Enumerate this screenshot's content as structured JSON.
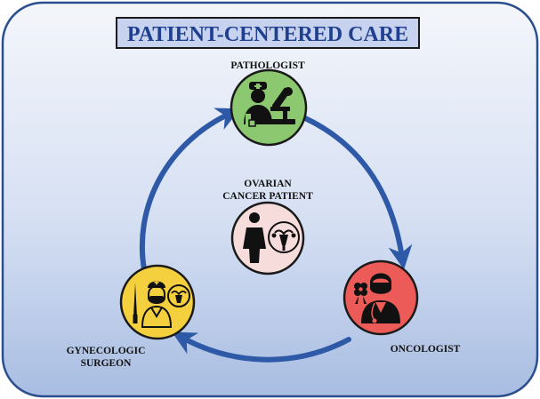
{
  "title": "PATIENT-CENTERED CARE",
  "center": {
    "line1": "OVARIAN",
    "line2": "CANCER PATIENT"
  },
  "nodes": {
    "pathologist": {
      "label": "PATHOLOGIST"
    },
    "oncologist": {
      "label": "ONCOLOGIST"
    },
    "surgeon": {
      "line1": "GYNECOLOGIC",
      "line2": "SURGEON"
    }
  },
  "colors": {
    "panel_top": "#f4f6fb",
    "panel_bottom": "#a8bde2",
    "panel_border": "#2b4f8e",
    "title_fill": "#c6d2ee",
    "title_text": "#1f3f8f",
    "cycle_arrow": "#2e59a7",
    "pathologist_fill": "#8cc86f",
    "oncologist_fill": "#ec5b57",
    "surgeon_fill": "#f4d03f",
    "patient_fill": "#f7dcdc",
    "node_border": "#1a1a1a"
  },
  "icons": {
    "pathologist": "doctor-with-microscope-icon",
    "oncologist": "doctor-with-ribbon-icon",
    "surgeon": "surgeon-with-scalpel-and-uterus-icon",
    "patient": "woman-with-uterus-icon"
  }
}
